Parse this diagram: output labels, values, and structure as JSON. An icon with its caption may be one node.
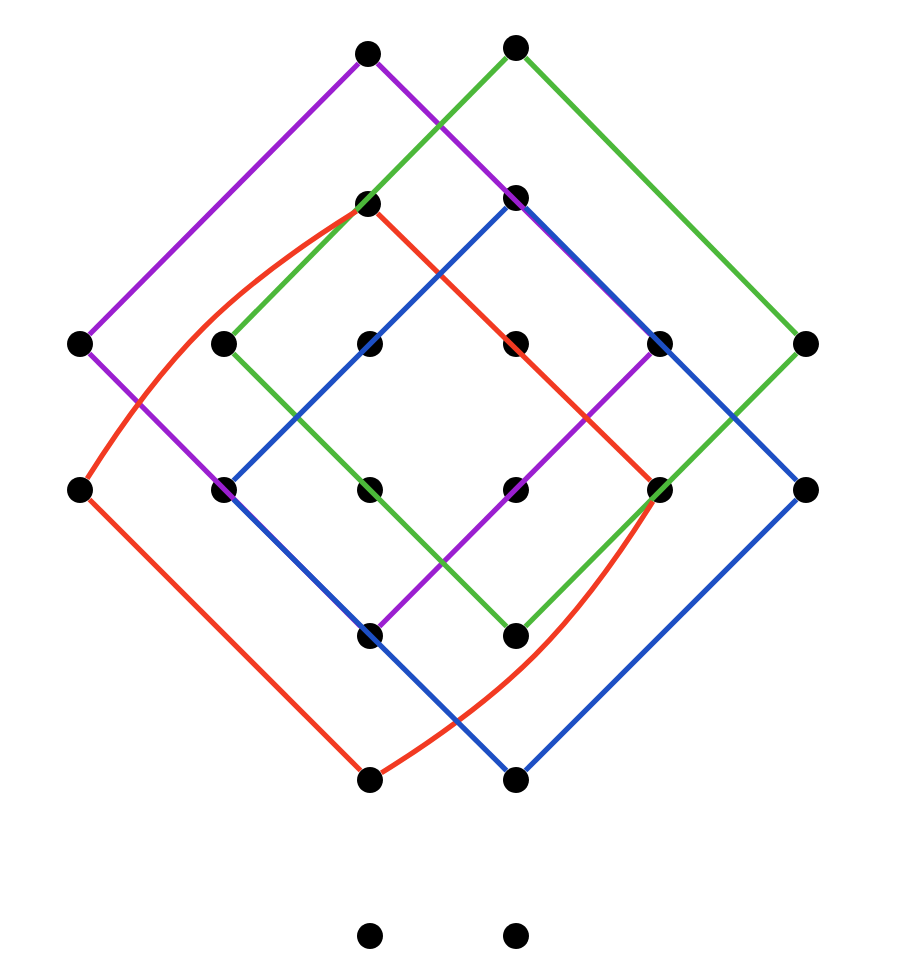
{
  "diagram": {
    "nodes": [
      {
        "text": [],
        "shape": "circle"
      },
      {
        "text": [],
        "shape": "circle"
      },
      {
        "text": [],
        "shape": "circle"
      },
      {
        "text": [],
        "shape": "circle"
      },
      {
        "text": [],
        "shape": "circle"
      },
      {
        "text": [],
        "shape": "circle"
      },
      {
        "text": [],
        "shape": "circle"
      },
      {
        "text": [],
        "shape": "circle"
      },
      {
        "text": [],
        "shape": "circle"
      },
      {
        "text": [],
        "shape": "circle"
      },
      {
        "text": [],
        "shape": "circle"
      },
      {
        "text": [],
        "shape": "circle"
      },
      {
        "text": [],
        "shape": "circle"
      },
      {
        "text": [],
        "shape": "circle"
      },
      {
        "text": [],
        "shape": "circle"
      },
      {
        "text": [],
        "shape": "circle"
      },
      {
        "text": [],
        "shape": "circle"
      },
      {
        "text": [],
        "shape": "circle"
      },
      {
        "text": [],
        "shape": "circle"
      },
      {
        "text": [],
        "shape": "circle"
      },
      {
        "text": [],
        "shape": "circle"
      },
      {
        "text": [],
        "shape": "circle"
      }
    ],
    "edges": [
      {
        "from": 0,
        "to": 4,
        "arrow": "none",
        "color": "#9b1fd0"
      },
      {
        "from": 4,
        "to": 16,
        "arrow": "none",
        "color": "#9b1fd0"
      },
      {
        "from": 16,
        "to": 8,
        "arrow": "none",
        "color": "#9b1fd0"
      },
      {
        "from": 8,
        "to": 0,
        "arrow": "none",
        "color": "#9b1fd0"
      },
      {
        "from": 1,
        "to": 5,
        "arrow": "none",
        "color": "#4cb83a"
      },
      {
        "from": 5,
        "to": 17,
        "arrow": "none",
        "color": "#4cb83a"
      },
      {
        "from": 17,
        "to": 9,
        "arrow": "none",
        "color": "#4cb83a"
      },
      {
        "from": 9,
        "to": 1,
        "arrow": "none",
        "color": "#4cb83a"
      },
      {
        "from": 2,
        "to": 10,
        "arrow": "none",
        "color": "#f23a22"
      },
      {
        "from": 10,
        "to": 18,
        "arrow": "none",
        "color": "#f23a22"
      },
      {
        "from": 18,
        "to": 14,
        "arrow": "none",
        "color": "#f23a22"
      },
      {
        "from": 14,
        "to": 2,
        "arrow": "none",
        "color": "#f23a22"
      },
      {
        "from": 3,
        "to": 11,
        "arrow": "none",
        "color": "#1d4fc4"
      },
      {
        "from": 11,
        "to": 19,
        "arrow": "none",
        "color": "#1d4fc4"
      },
      {
        "from": 19,
        "to": 15,
        "arrow": "none",
        "color": "#1d4fc4"
      },
      {
        "from": 15,
        "to": 3,
        "arrow": "none",
        "color": "#1d4fc4"
      }
    ]
  }
}
